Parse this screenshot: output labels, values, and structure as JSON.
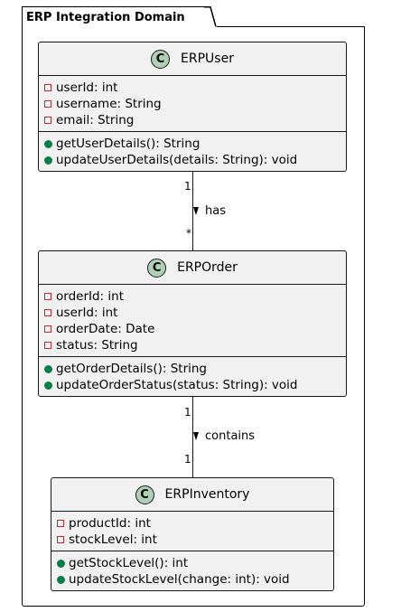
{
  "package": {
    "title": "ERP Integration Domain"
  },
  "classes": {
    "user": {
      "badge": "C",
      "name": "ERPUser",
      "attributes": [
        "userId: int",
        "username: String",
        "email: String"
      ],
      "methods": [
        "getUserDetails(): String",
        "updateUserDetails(details: String): void"
      ]
    },
    "order": {
      "badge": "C",
      "name": "ERPOrder",
      "attributes": [
        "orderId: int",
        "userId: int",
        "orderDate: Date",
        "status: String"
      ],
      "methods": [
        "getOrderDetails(): String",
        "updateOrderStatus(status: String): void"
      ]
    },
    "inventory": {
      "badge": "C",
      "name": "ERPInventory",
      "attributes": [
        "productId: int",
        "stockLevel: int"
      ],
      "methods": [
        "getStockLevel(): int",
        "updateStockLevel(change: int): void"
      ]
    }
  },
  "relations": {
    "has": {
      "label": "has",
      "source_mult": "1",
      "target_mult": "*"
    },
    "contains": {
      "label": "contains",
      "source_mult": "1",
      "target_mult": "1"
    }
  },
  "colors": {
    "class_fill": "#f1f1f1",
    "badge_fill": "#add1b2",
    "private_marker": "#c82930",
    "public_marker": "#038048"
  }
}
